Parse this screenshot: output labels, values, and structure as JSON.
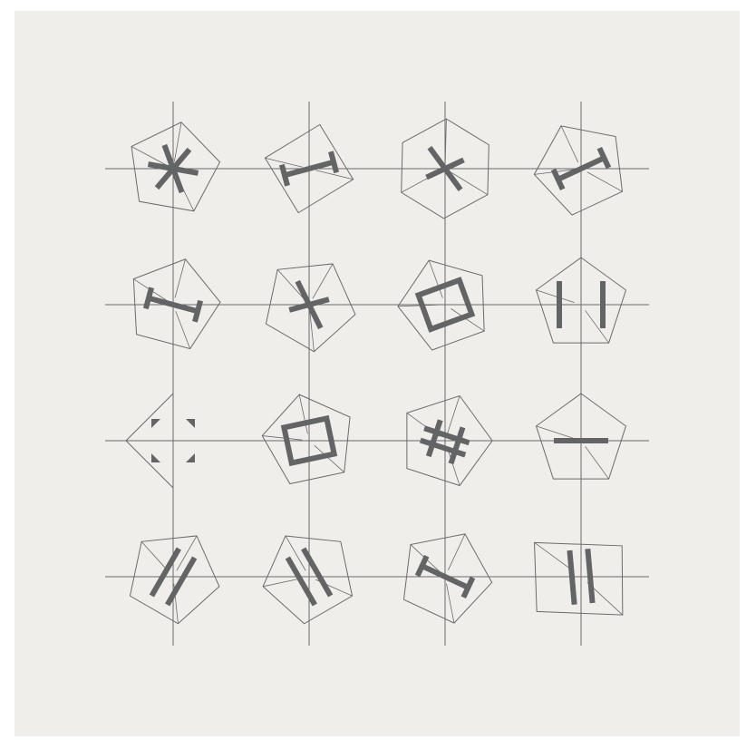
{
  "artwork": {
    "background_color": "#f0eeea",
    "line_color": "#6b6b6b",
    "bold_color": "#636465",
    "grid": {
      "columns": 4,
      "rows": 4
    },
    "cells": [
      {
        "id": "r1c1",
        "outline": "pentagon",
        "mark": "star"
      },
      {
        "id": "r1c2",
        "outline": "rotated-square",
        "mark": "i-beam"
      },
      {
        "id": "r1c3",
        "outline": "hexagon",
        "mark": "cross"
      },
      {
        "id": "r1c4",
        "outline": "pentagon",
        "mark": "i-beam"
      },
      {
        "id": "r2c1",
        "outline": "pentagon",
        "mark": "i-beam"
      },
      {
        "id": "r2c2",
        "outline": "pentagon",
        "mark": "cross"
      },
      {
        "id": "r2c3",
        "outline": "pentagon",
        "mark": "square"
      },
      {
        "id": "r2c4",
        "outline": "pentagon",
        "mark": "bracket"
      },
      {
        "id": "r3c1",
        "outline": "triangle",
        "mark": "corners"
      },
      {
        "id": "r3c2",
        "outline": "pentagon",
        "mark": "square"
      },
      {
        "id": "r3c3",
        "outline": "pentagon",
        "mark": "hash"
      },
      {
        "id": "r3c4",
        "outline": "pentagon",
        "mark": "bar"
      },
      {
        "id": "r4c1",
        "outline": "pentagon",
        "mark": "double-bar"
      },
      {
        "id": "r4c2",
        "outline": "pentagon",
        "mark": "double-bar"
      },
      {
        "id": "r4c3",
        "outline": "pentagon",
        "mark": "i-beam"
      },
      {
        "id": "r4c4",
        "outline": "rectangle",
        "mark": "double-bar"
      }
    ]
  }
}
